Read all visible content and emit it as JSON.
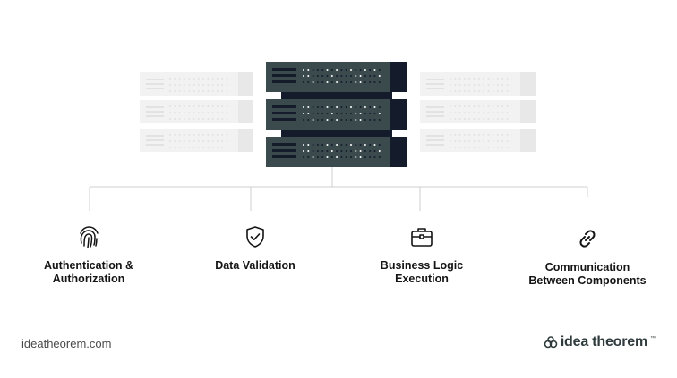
{
  "features": [
    {
      "icon": "fingerprint-icon",
      "label": "Authentication &\nAuthorization"
    },
    {
      "icon": "shield-check-icon",
      "label": "Data Validation"
    },
    {
      "icon": "briefcase-icon",
      "label": "Business Logic\nExecution"
    },
    {
      "icon": "link-icon",
      "label": "Communication\nBetween Components"
    }
  ],
  "footer": {
    "url": "ideatheorem.com",
    "brand_text": "idea theorem",
    "brand_tm": "™"
  },
  "colors": {
    "server_dark": "#3b4a4d",
    "server_accent": "#141c2b",
    "server_ghost": "#f1f1f1",
    "line": "#cfcfcf",
    "text": "#141414"
  }
}
